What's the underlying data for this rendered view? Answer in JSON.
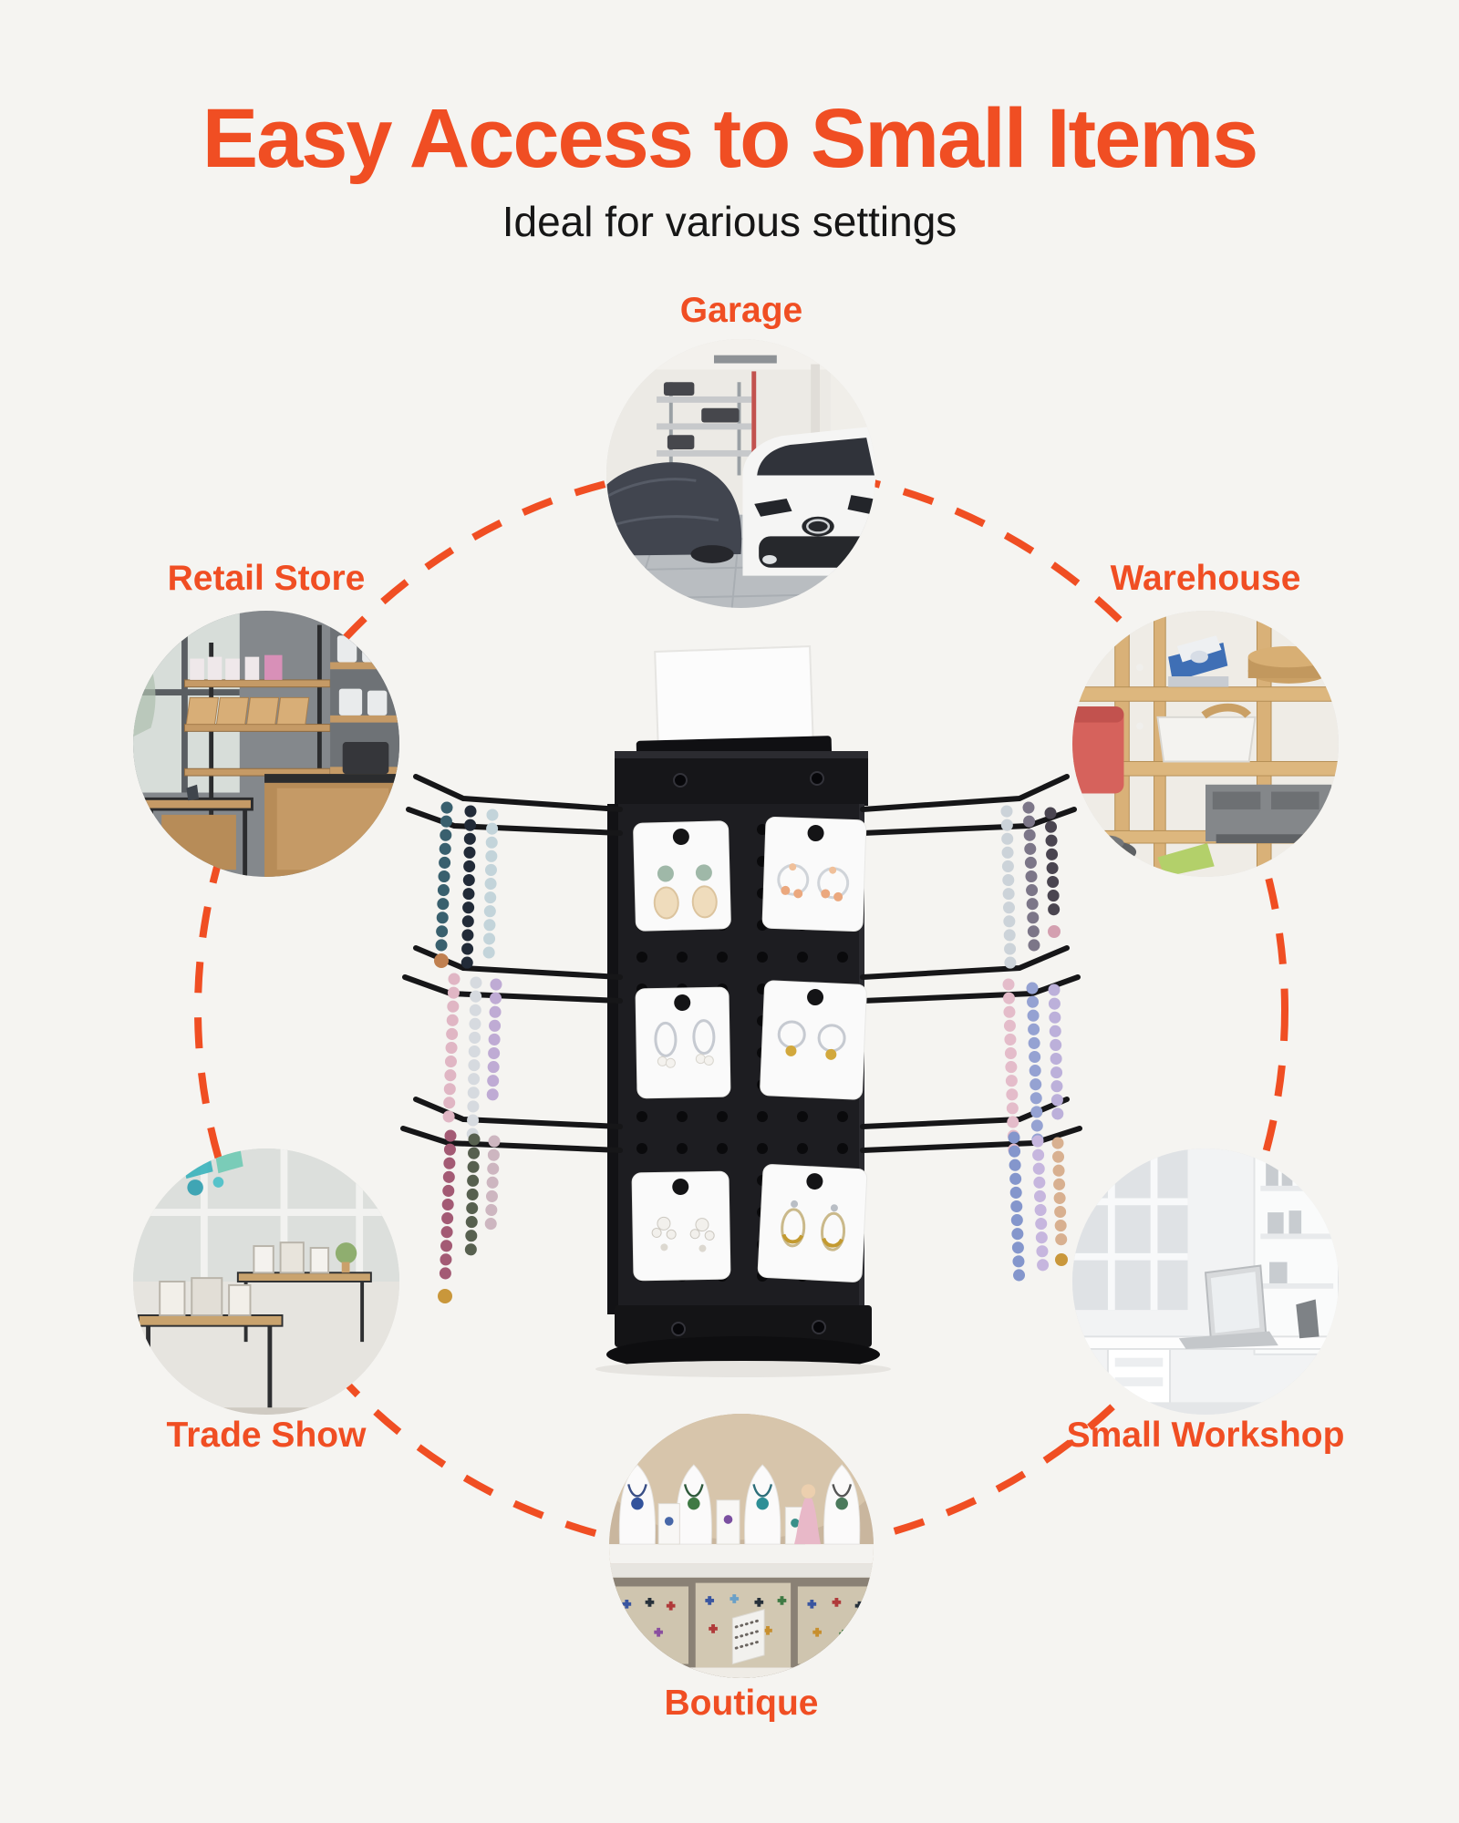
{
  "colors": {
    "background": "#f5f4f1",
    "accent": "#f04e23",
    "dashed_ring": "#f04e23",
    "subtitle_text": "#161616"
  },
  "header": {
    "title": "Easy Access to Small Items",
    "subtitle": "Ideal for various settings"
  },
  "settings": [
    {
      "label": "Garage",
      "position": "top"
    },
    {
      "label": "Retail Store",
      "position": "upper-left"
    },
    {
      "label": "Warehouse",
      "position": "upper-right"
    },
    {
      "label": "Trade Show",
      "position": "lower-left"
    },
    {
      "label": "Small Workshop",
      "position": "lower-right"
    },
    {
      "label": "Boutique",
      "position": "bottom"
    }
  ]
}
